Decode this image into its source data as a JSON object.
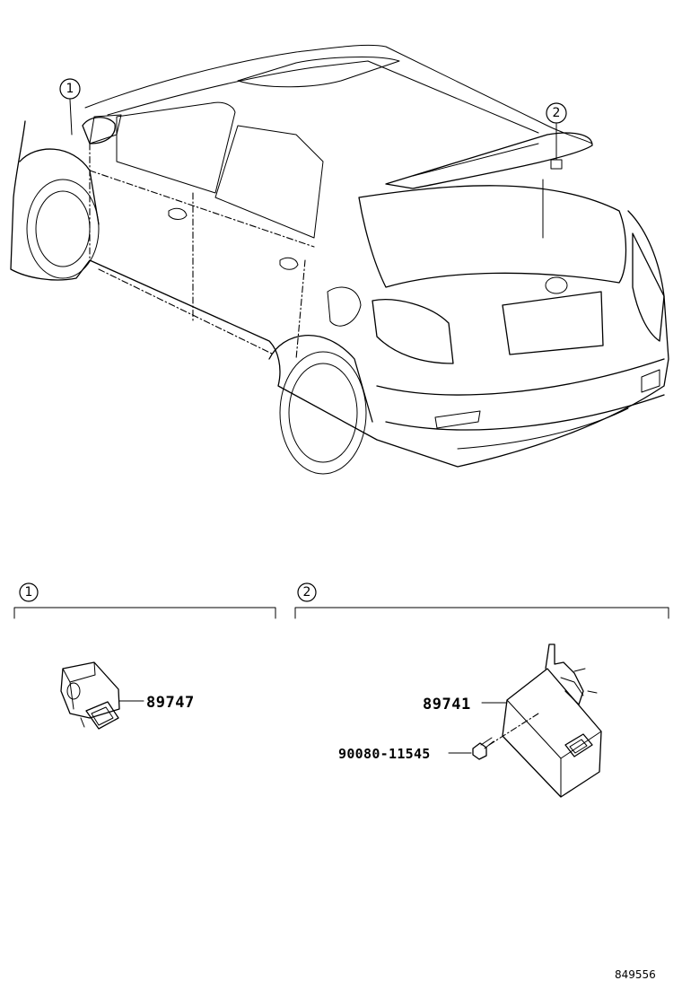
{
  "callouts": {
    "one": "1",
    "two": "2"
  },
  "sections": {
    "one": {
      "marker": "1",
      "parts": [
        {
          "number": "89747"
        }
      ]
    },
    "two": {
      "marker": "2",
      "parts": [
        {
          "number": "89741"
        },
        {
          "number": "90080-11545"
        }
      ]
    }
  },
  "reference_code": "849556"
}
